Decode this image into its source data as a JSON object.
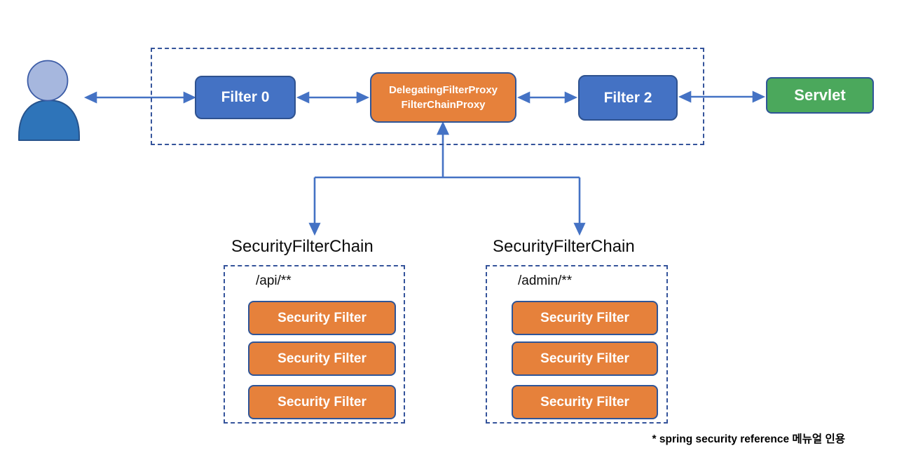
{
  "diagram": {
    "nodes": {
      "filter0": {
        "label": "Filter 0"
      },
      "proxy": {
        "label_line1": "DelegatingFilterProxy",
        "label_line2": "FilterChainProxy"
      },
      "filter2": {
        "label": "Filter 2"
      },
      "servlet": {
        "label": "Servlet"
      }
    },
    "chains": [
      {
        "title": "SecurityFilterChain",
        "path": "/api/**",
        "filters": [
          "Security Filter",
          "Security Filter",
          "Security Filter"
        ]
      },
      {
        "title": "SecurityFilterChain",
        "path": "/admin/**",
        "filters": [
          "Security Filter",
          "Security Filter",
          "Security Filter"
        ]
      }
    ],
    "footnote": "* spring security reference 메뉴얼 인용",
    "colors": {
      "node_blue": "#4472C4",
      "node_blue_border": "#2F528F",
      "node_orange": "#E6813B",
      "node_green": "#4BA85C",
      "navy_border": "#2F5597",
      "dashed_border": "#35549B",
      "arrow": "#4472C4",
      "person_head": "#A6B7DE",
      "person_body": "#2E74B9",
      "text_on_node": "#FFFFFF"
    }
  }
}
